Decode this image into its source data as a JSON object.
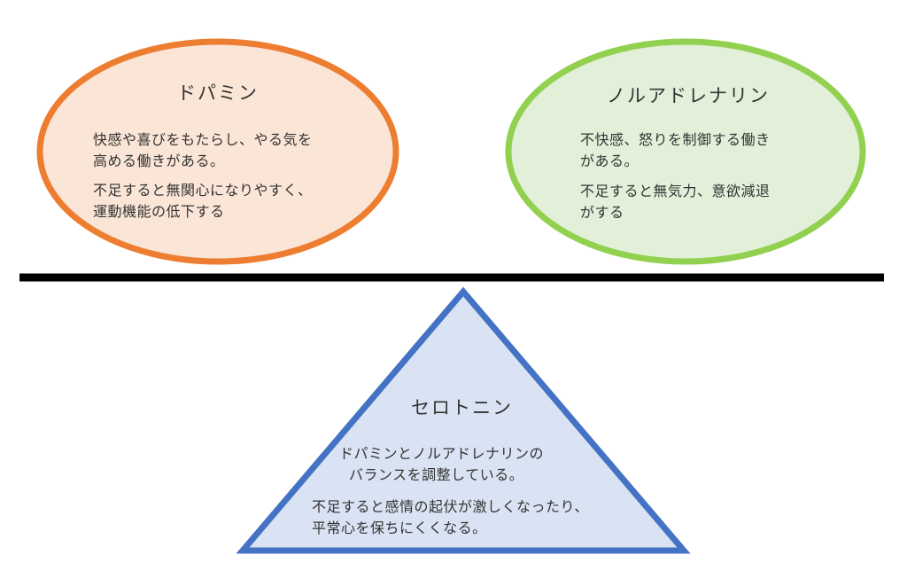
{
  "dopamine": {
    "title": "ドパミン",
    "line1": "快感や喜びをもたらし、やる気を",
    "line2": "高める働きがある。",
    "line3": "不足すると無関心になりやすく、",
    "line4": "運動機能の低下する",
    "fill": "#fbe5d6",
    "stroke": "#ed7d31"
  },
  "noradrenaline": {
    "title": "ノルアドレナリン",
    "line1": "不快感、怒りを制御する働き",
    "line2": "がある。",
    "line3": "不足すると無気力、意欲減退",
    "line4": "がする",
    "fill": "#e2f0d9",
    "stroke": "#92d050"
  },
  "serotonin": {
    "title": "セロトニン",
    "line1": "ドパミンとノルアドレナリンの",
    "line2": "バランスを調整している。",
    "line3": "不足すると感情の起伏が激しくなったり、",
    "line4": "平常心を保ちにくくなる。",
    "fill": "#dae3f3",
    "stroke": "#4472c4"
  },
  "beam_color": "#000000"
}
